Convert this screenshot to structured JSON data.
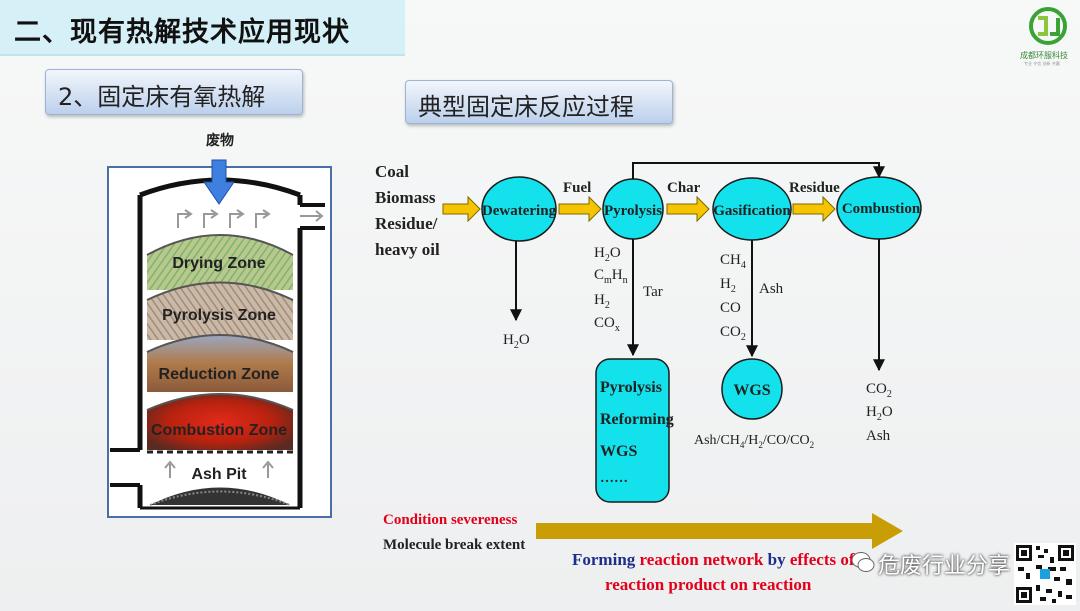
{
  "slide": {
    "title": "二、现有热解技术应用现状",
    "subtitle": "2、固定床有氧热解",
    "process_title": "典型固定床反应过程"
  },
  "logo": {
    "name": "成都环服科技",
    "tagline": "专业 守信 创新 共赢"
  },
  "reactor": {
    "feed_label": "废物",
    "zones": [
      "Drying Zone",
      "Pyrolysis Zone",
      "Reduction Zone",
      "Combustion Zone",
      "Ash Pit"
    ]
  },
  "flow": {
    "inputs": [
      "Coal",
      "Biomass",
      "Residue/",
      "heavy oil"
    ],
    "nodes": [
      "Dewatering",
      "Pyrolysis",
      "Gasification",
      "Combustion",
      "WGS"
    ],
    "edge_labels": [
      "Fuel",
      "Char",
      "Residue"
    ],
    "dewatering_out": "H2O",
    "pyrolysis_out": [
      "H2O",
      "CmHn",
      "H2",
      "COx"
    ],
    "tar_label": "Tar",
    "tar_box": [
      "Pyrolysis",
      "Reforming",
      "WGS",
      "……"
    ],
    "gasification_out": [
      "CH4",
      "H2",
      "CO",
      "CO2"
    ],
    "ash_label": "Ash",
    "wgs_out": "Ash/CH4/H2/CO/CO2",
    "combustion_out": [
      "CO2",
      "H2O",
      "Ash"
    ]
  },
  "bottom": {
    "condition": "Condition severeness",
    "molecule": "Molecule break extent",
    "network_line1_a": "Forming ",
    "network_line1_b": "reaction network",
    "network_line1_c": " by ",
    "network_line1_d": "effects of",
    "network_line2": "reaction product on reaction"
  },
  "watermark": "危废行业分享",
  "colors": {
    "node_fill": "#13e1ec",
    "arrow_yellow": "#f6c400",
    "big_arrow": "#c99d05",
    "red_text": "#e3001b",
    "blue_text": "#1d2f8a",
    "title_bg": "#d6f0f7"
  }
}
